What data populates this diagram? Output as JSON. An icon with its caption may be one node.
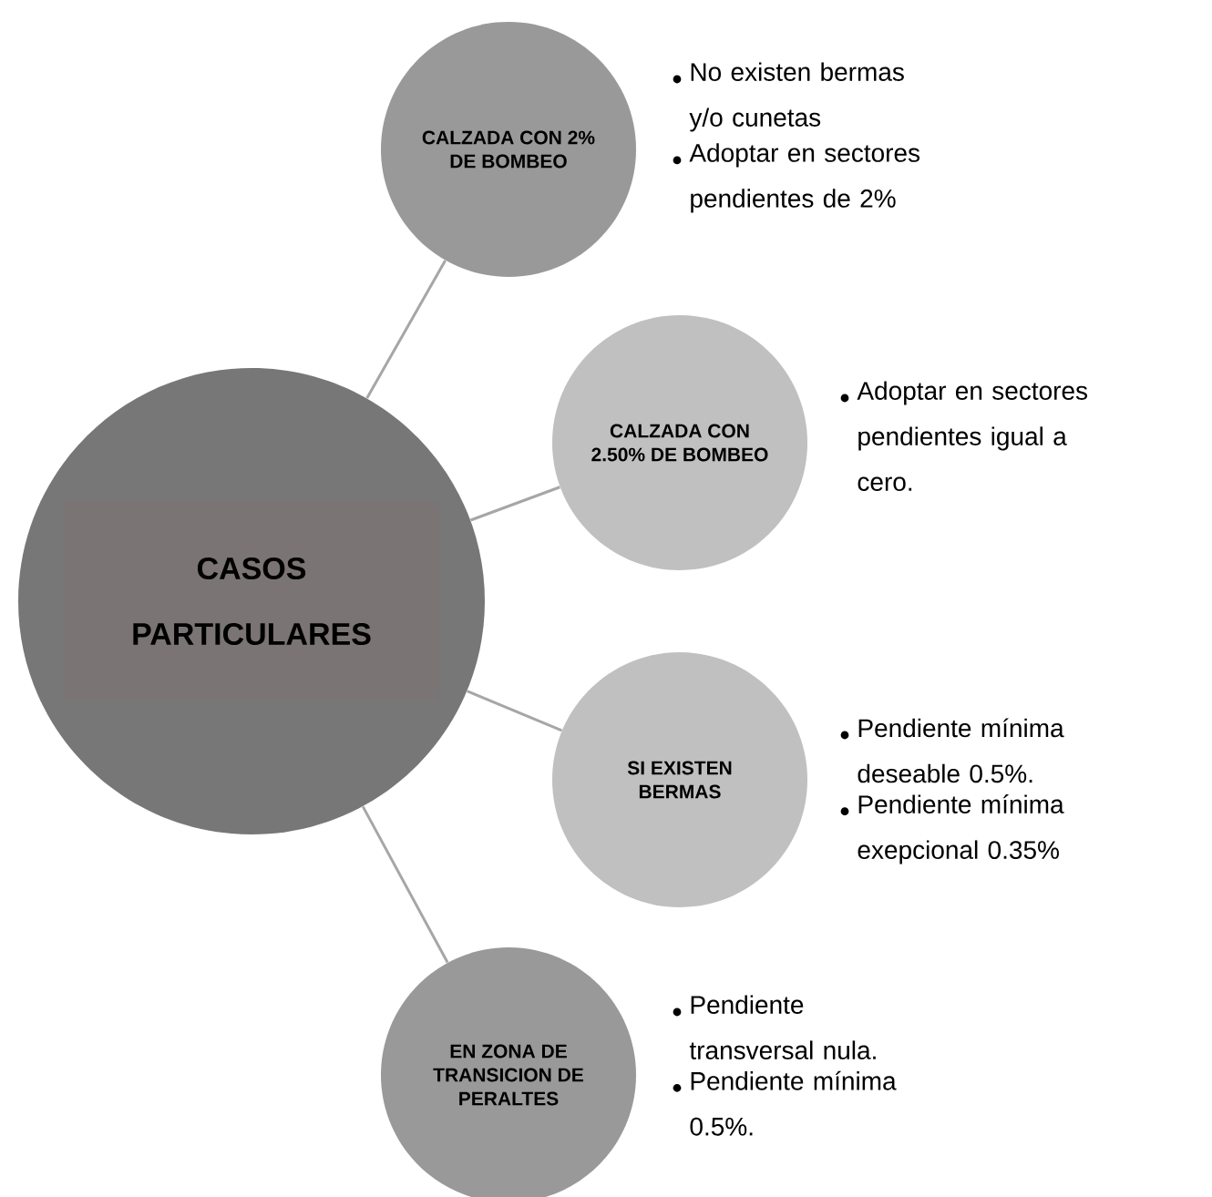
{
  "diagram": {
    "nodes": [
      {
        "text": [
          "CASOS PARTICULARES"
        ]
      },
      {
        "text": [
          "CALZADA CON 2% DE BOMBEO"
        ],
        "beside": [
          "No existen bermas y/o cunetas",
          "Adoptar en sectores pendientes de 2%"
        ]
      },
      {
        "text": [
          "CALZADA CON 2.50% DE BOMBEO"
        ],
        "beside": [
          "Adoptar en sectores pendientes igual a cero."
        ]
      },
      {
        "text": [
          "SI EXISTEN BERMAS"
        ],
        "beside": [
          "Pendiente mínima deseable 0.5%.",
          "Pendiente mínima exepcional 0.35%"
        ]
      },
      {
        "text": [
          "EN ZONA DE TRANSICION DE PERALTES"
        ],
        "beside": [
          "Pendiente transversal nula.",
          "Pendiente mínima 0.5%."
        ]
      }
    ],
    "edges": [
      {
        "from": 0,
        "to": 1,
        "arrow": "none"
      },
      {
        "from": 0,
        "to": 2,
        "arrow": "none"
      },
      {
        "from": 0,
        "to": 3,
        "arrow": "none"
      },
      {
        "from": 0,
        "to": 4,
        "arrow": "none"
      }
    ]
  }
}
